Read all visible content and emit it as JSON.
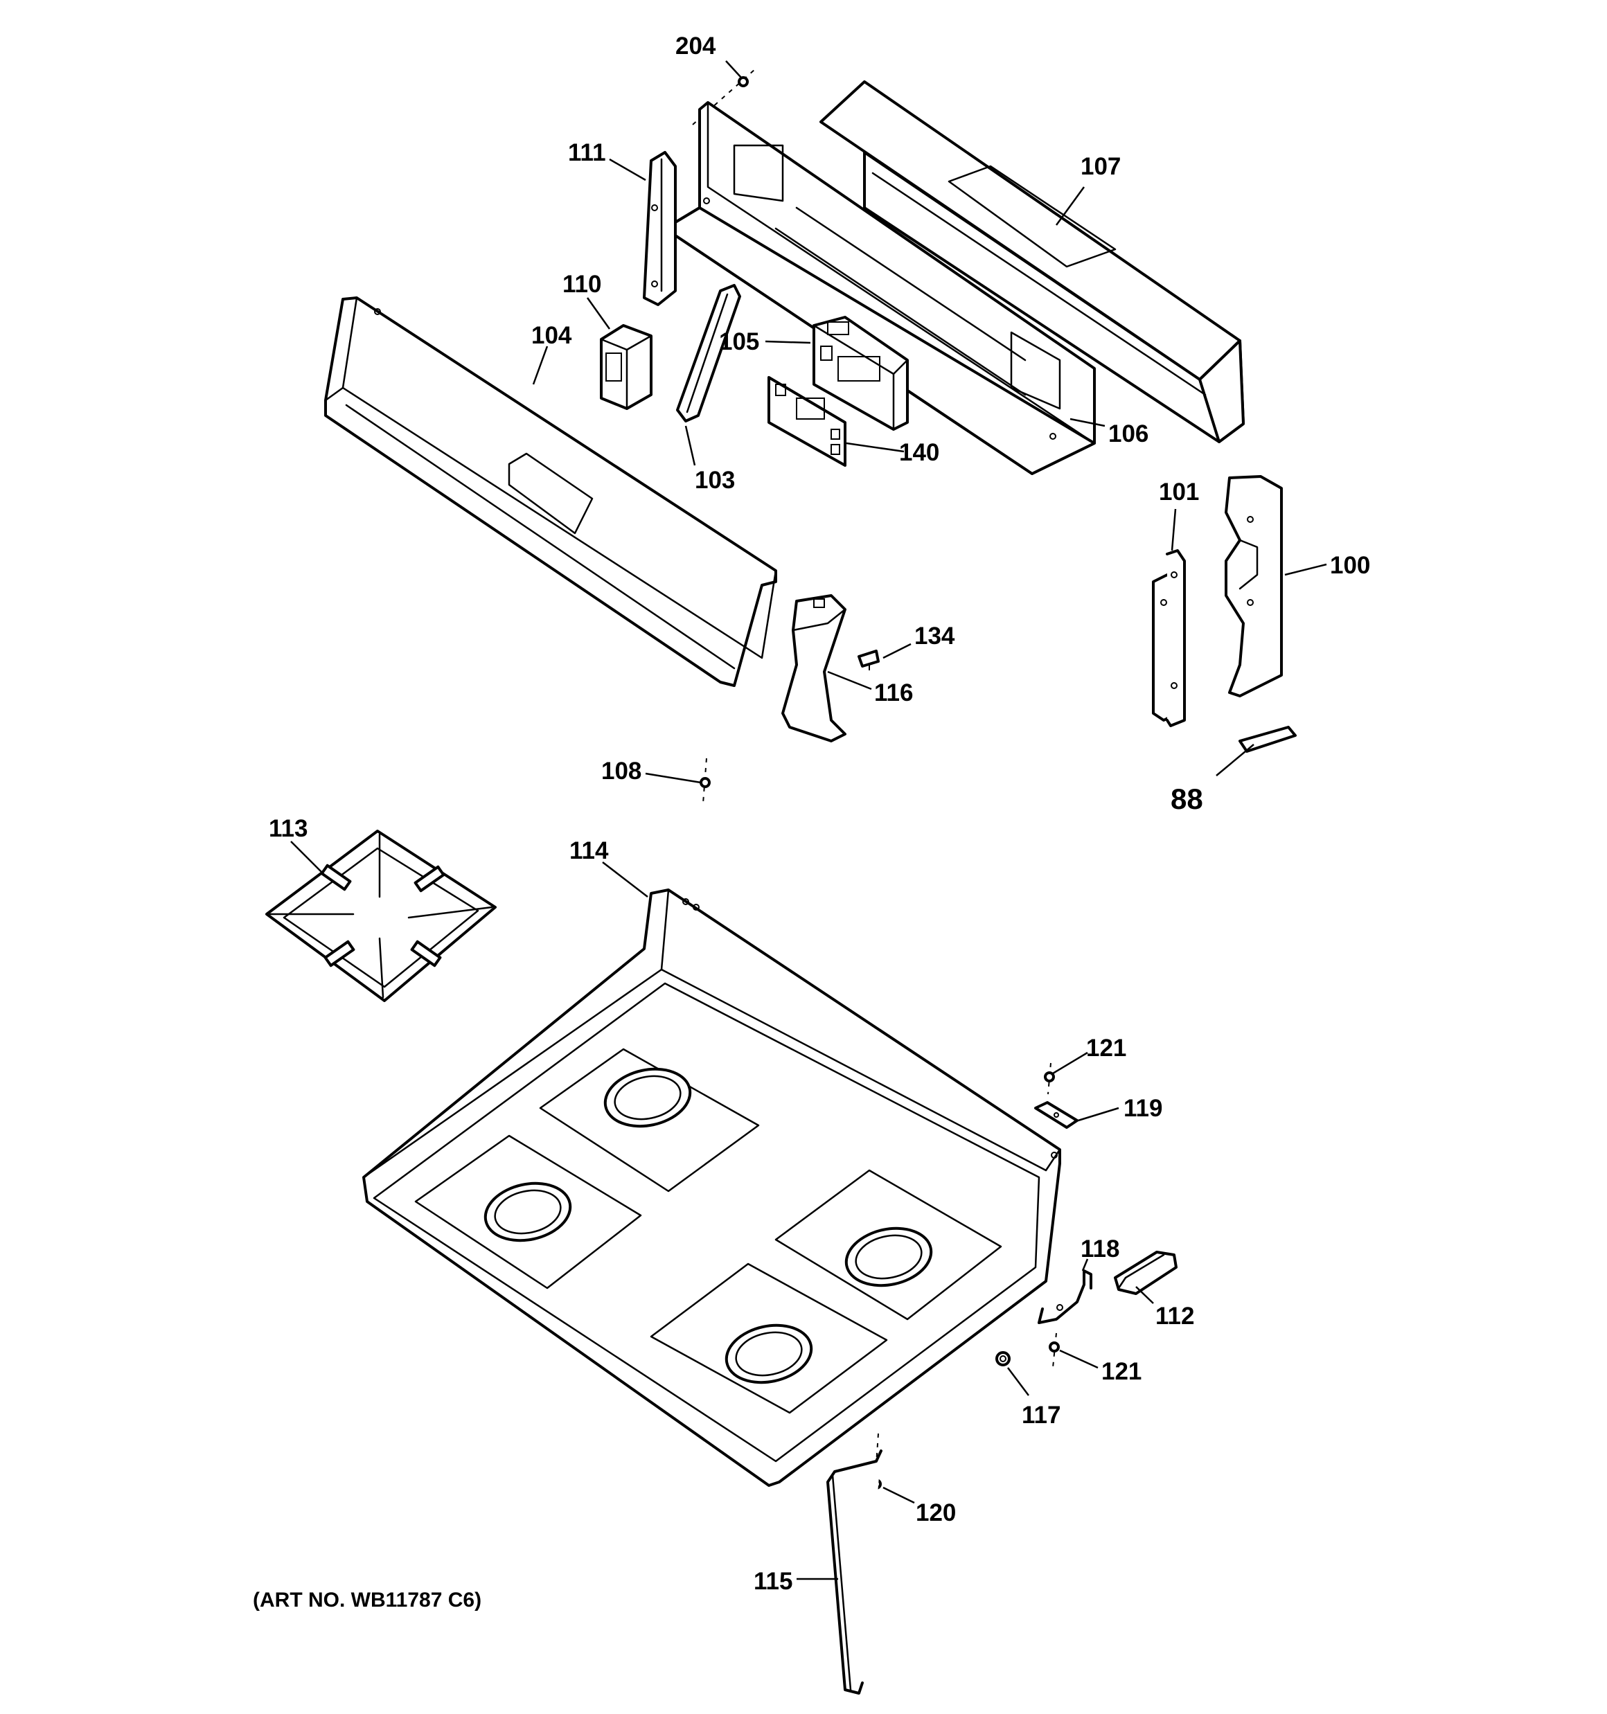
{
  "labels": {
    "l204": "204",
    "l111": "111",
    "l107": "107",
    "l110": "110",
    "l104": "104",
    "l105": "105",
    "l106": "106",
    "l103": "103",
    "l140": "140",
    "l101": "101",
    "l100": "100",
    "l134": "134",
    "l116": "116",
    "l108": "108",
    "l88": "88",
    "l113": "113",
    "l114": "114",
    "l121a": "121",
    "l119": "119",
    "l118": "118",
    "l112": "112",
    "l121b": "121",
    "l117": "117",
    "l120": "120",
    "l115": "115"
  },
  "caption": "(ART NO. WB11787 C6)"
}
